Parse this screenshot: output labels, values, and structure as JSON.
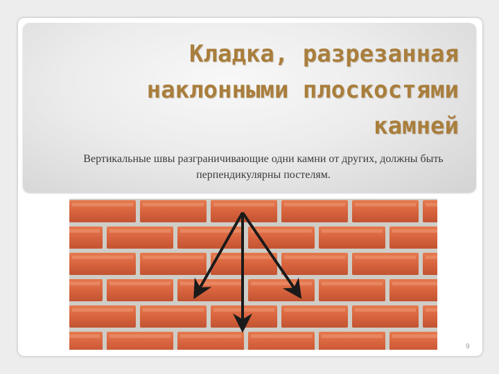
{
  "slide": {
    "title_lines": [
      "Кладка, разрезанная",
      "наклонными плоскостями",
      "камней"
    ],
    "subtitle": "Вертикальные швы разграничивающие одни камни от других, должны быть перпендикулярны постелям.",
    "page_number": "9"
  },
  "colors": {
    "title": "#a97e3c",
    "brick": "#d8643e",
    "mortar": "#cfcdc7",
    "arrow": "#1a1a1a"
  },
  "image": {
    "subject": "brick wall with three arrows from one point",
    "icon": "brick-wall-photo"
  }
}
